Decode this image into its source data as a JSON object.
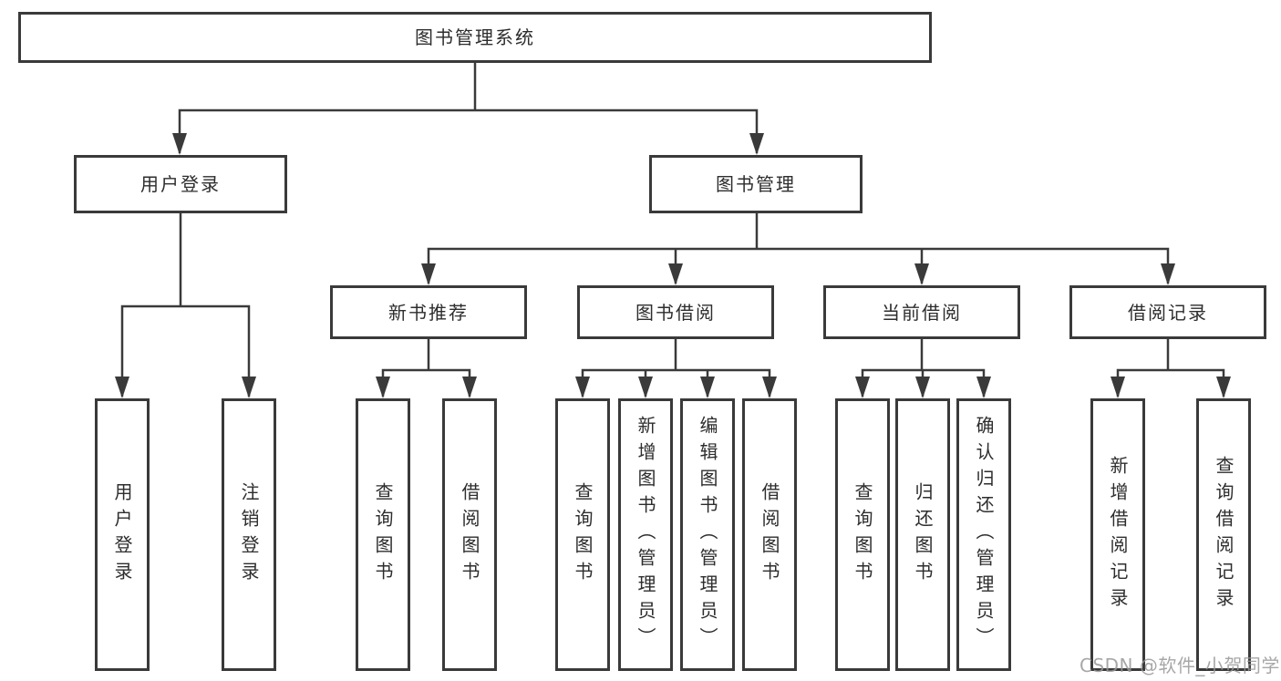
{
  "tree": {
    "root": {
      "label": "图书管理系统"
    },
    "user_login": {
      "label": "用户登录",
      "children": [
        "用户登录",
        "注销登录"
      ]
    },
    "book_mgmt": {
      "label": "图书管理",
      "sections": [
        {
          "label": "新书推荐",
          "children": [
            "查询图书",
            "借阅图书"
          ]
        },
        {
          "label": "图书借阅",
          "children": [
            "查询图书",
            "新增图书（管理员）",
            "编辑图书（管理员）",
            "借阅图书"
          ]
        },
        {
          "label": "当前借阅",
          "children": [
            "查询图书",
            "归还图书",
            "确认归还（管理员）"
          ]
        },
        {
          "label": "借阅记录",
          "children": [
            "新增借阅记录",
            "查询借阅记录"
          ]
        }
      ]
    }
  },
  "watermark": "CSDN @软件_小贺同学",
  "colors": {
    "line": "#3a3a3a",
    "text": "#2d2d2d",
    "background": "#ffffff",
    "watermark": "#989898"
  }
}
